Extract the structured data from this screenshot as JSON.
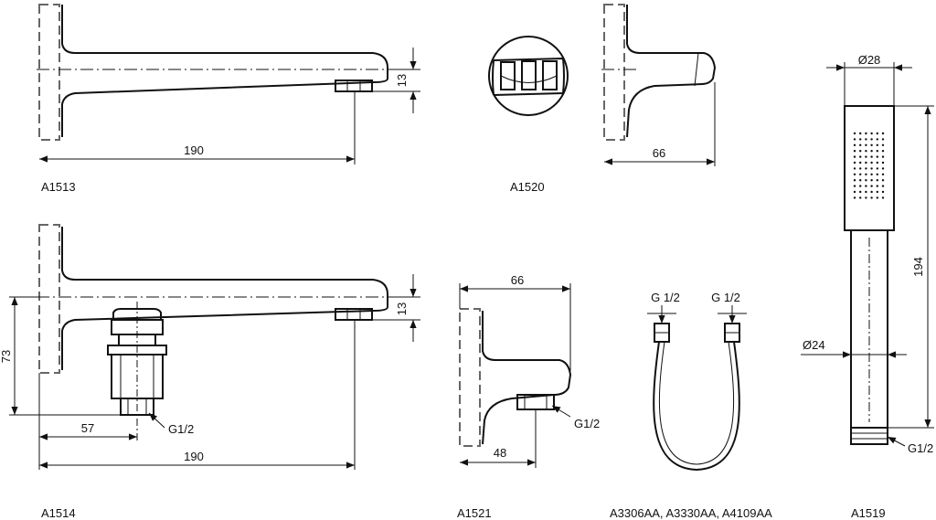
{
  "drawings": {
    "a1513": {
      "code": "A1513",
      "length": "190",
      "height": "13"
    },
    "a1520": {
      "code": "A1520",
      "length": "66"
    },
    "a1514": {
      "code": "A1514",
      "length": "190",
      "height": "13",
      "depth": "73",
      "offset": "57",
      "thread": "G1/2"
    },
    "a1521": {
      "code": "A1521",
      "length": "66",
      "offset": "48",
      "thread": "G1/2"
    },
    "hose": {
      "code": "A3306AA, A3330AA, A4109AA",
      "thread_left": "G 1/2",
      "thread_right": "G 1/2"
    },
    "a1519": {
      "code": "A1519",
      "head_diameter": "Ø28",
      "handle_diameter": "Ø24",
      "length": "194",
      "thread": "G1/2"
    }
  },
  "colors": {
    "line": "#111111",
    "wall": "#666666",
    "background": "#ffffff"
  }
}
